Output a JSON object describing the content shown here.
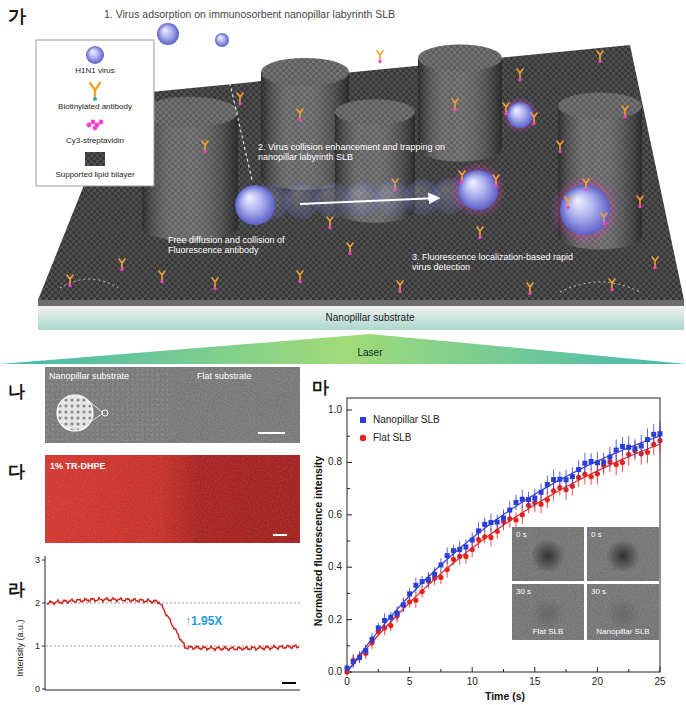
{
  "diagram": {
    "nodes": [
      {
        "text": [
          "Nanopillar substrate"
        ]
      },
      {
        "text": [
          "Laser"
        ]
      },
      {
        "text": [
          "Nanopillar substrate",
          "Flat substrate"
        ]
      },
      {
        "text": [
          "1% TR-DHPE"
        ]
      },
      {
        "text": [
          "0 s"
        ]
      },
      {
        "text": [
          "0 s"
        ]
      },
      {
        "text": [
          "30 s",
          "Flat SLB"
        ]
      },
      {
        "text": [
          "30 s",
          "Nanopillar SLB"
        ]
      }
    ],
    "labels": [
      "가",
      "1. Virus adsorption on immunosorbent nanopillar labyrinth SLB",
      "2. Virus collision enhancement and trapping on nanopillar labyrinth SLB",
      "Free diffusion and collision of Fluorescence antibody",
      "3. Fluorescence localization-based rapid virus detection",
      "나",
      "다",
      "라",
      "3",
      "2",
      "1",
      "0",
      "Intensity (a.u.)",
      "↑1.95X",
      "마",
      "1.0",
      "0.8",
      "0.6",
      "0.4",
      "0.2",
      "0.0",
      "0",
      "5",
      "10",
      "15",
      "20",
      "25",
      "Normalized fluorescence intensity",
      "Time (s)"
    ],
    "legend": [
      {
        "text": "H1N1 virus"
      },
      {
        "text": "Biotinylated antibody"
      },
      {
        "text": "Cy3-streptavidin"
      },
      {
        "text": "Supported lipid bilayer"
      },
      {
        "text": "Nanopillar SLB"
      },
      {
        "text": "Flat SLB"
      }
    ]
  }
}
